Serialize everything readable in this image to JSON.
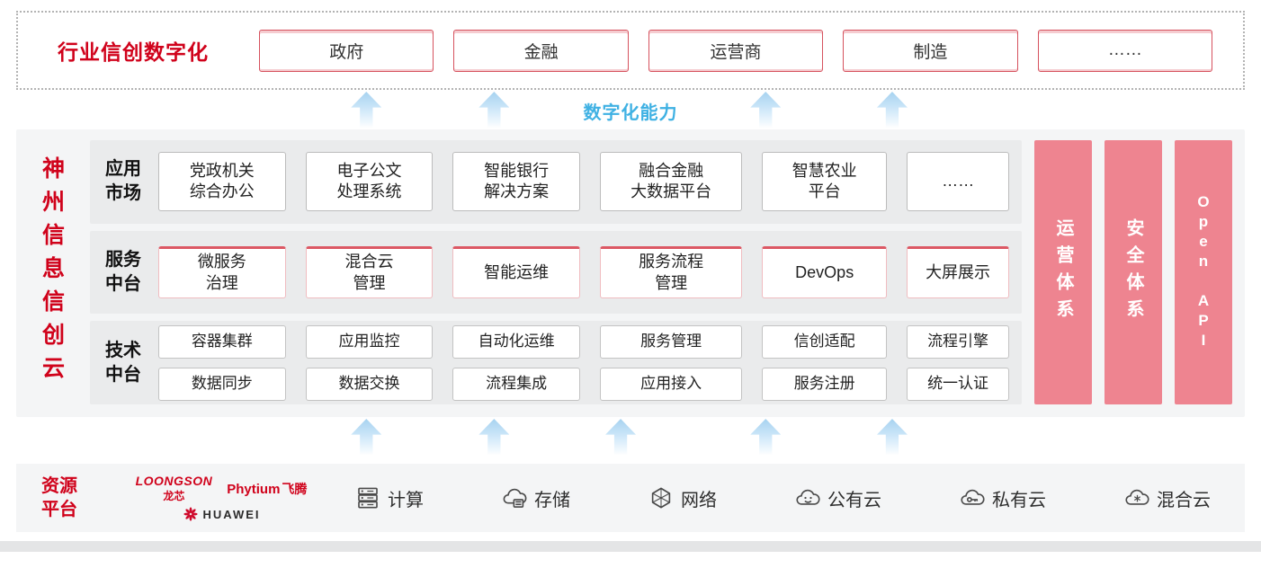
{
  "colors": {
    "brand_red": "#d0021b",
    "pillar_pink": "#ee8490",
    "capability_blue": "#3fb1e3",
    "industry_box_border": "#d6525e"
  },
  "top": {
    "label": "行业信创数字化",
    "items": [
      "政府",
      "金融",
      "运营商",
      "制造",
      "……"
    ]
  },
  "capability": {
    "label": "数字化能力"
  },
  "main": {
    "side_label": "神州信息信创云",
    "rows": [
      {
        "label": "应用\n市场",
        "items": [
          "党政机关\n综合办公",
          "电子公文\n处理系统",
          "智能银行\n解决方案",
          "融合金融\n大数据平台",
          "智慧农业\n平台",
          "……"
        ]
      },
      {
        "label": "服务\n中台",
        "items": [
          "微服务\n治理",
          "混合云\n管理",
          "智能运维",
          "服务流程\n管理",
          "DevOps",
          "大屏展示"
        ]
      },
      {
        "label": "技术\n中台",
        "items_top": [
          "容器集群",
          "应用监控",
          "自动化运维",
          "服务管理",
          "信创适配",
          "流程引擎"
        ],
        "items_bottom": [
          "数据同步",
          "数据交换",
          "流程集成",
          "应用接入",
          "服务注册",
          "统一认证"
        ]
      }
    ],
    "pillars": [
      "运营体系",
      "安全体系",
      "Open API"
    ]
  },
  "bottom": {
    "label": "资源\n平台",
    "brands": [
      {
        "line1": "LOONGSON",
        "line2": "龙芯"
      },
      {
        "line1": "Phytium",
        "line2": "飞腾"
      },
      {
        "line1": "HUAWEI"
      }
    ],
    "resources": [
      {
        "icon": "compute-icon",
        "label": "计算"
      },
      {
        "icon": "storage-icon",
        "label": "存储"
      },
      {
        "icon": "network-icon",
        "label": "网络"
      },
      {
        "icon": "public-cloud-icon",
        "label": "公有云"
      },
      {
        "icon": "private-cloud-icon",
        "label": "私有云"
      },
      {
        "icon": "hybrid-cloud-icon",
        "label": "混合云"
      }
    ]
  }
}
